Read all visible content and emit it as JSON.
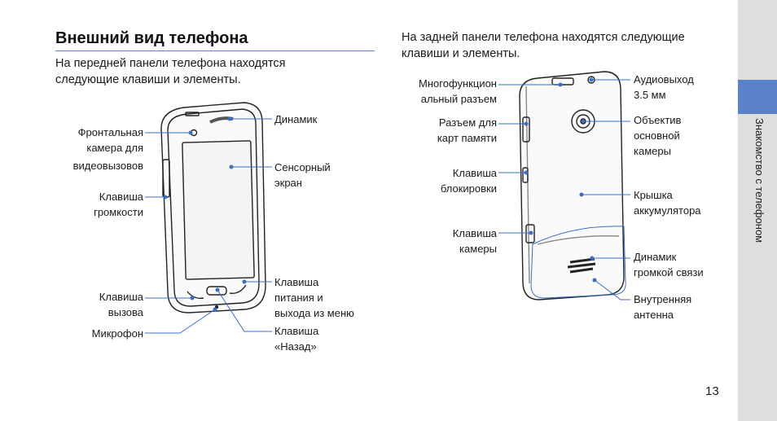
{
  "title": "Внешний вид телефона",
  "front_intro": "На передней панели телефона находятся следующие клавиши и элементы.",
  "back_intro": "На задней панели телефона находятся следующие клавиши и элементы.",
  "side_tab": "Знакомство с телефоном",
  "page_number": "13",
  "front_labels": {
    "front_camera": [
      "Фронтальная",
      "камера для",
      "видеовызовов"
    ],
    "volume": [
      "Клавиша",
      "громкости"
    ],
    "call": [
      "Клавиша",
      "вызова"
    ],
    "microphone": [
      "Микрофон"
    ],
    "speaker": [
      "Динамик"
    ],
    "touchscreen": [
      "Сенсорный",
      "экран"
    ],
    "power": [
      "Клавиша",
      "питания и",
      "выхода из меню"
    ],
    "back": [
      "Клавиша",
      "«Назад»"
    ]
  },
  "back_labels": {
    "multiport": [
      "Многофункцион",
      "альный разъем"
    ],
    "card_slot": [
      "Разъем для",
      "карт памяти"
    ],
    "lock": [
      "Клавиша",
      "блокировки"
    ],
    "camera_key": [
      "Клавиша",
      "камеры"
    ],
    "audio": [
      "Аудиовыход",
      "3.5 мм"
    ],
    "lens": [
      "Объектив",
      "основной",
      "камеры"
    ],
    "battery_cover": [
      "Крышка",
      "аккумулятора"
    ],
    "loudspeaker": [
      "Динамик",
      "громкой связи"
    ],
    "antenna": [
      "Внутренняя",
      "антенна"
    ]
  },
  "colors": {
    "accent": "#5b82c8",
    "sidebar": "#dedede",
    "leader": "#3a6fc4"
  }
}
